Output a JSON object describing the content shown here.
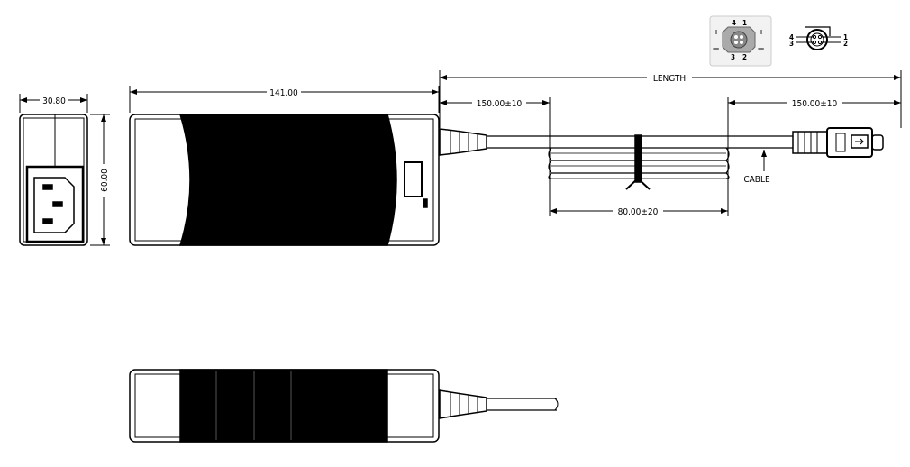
{
  "dimensions": {
    "front_width": "30.80",
    "front_height": "60.00",
    "body_length": "141.00",
    "cable_length": "LENGTH",
    "cable_end_left": "150.00±10",
    "cable_end_right": "150.00±10",
    "coil_length": "80.00±20"
  },
  "labels": {
    "cable": "CABLE"
  },
  "pinout": {
    "pins": [
      "1",
      "2",
      "3",
      "4"
    ],
    "plus": "+",
    "minus": "—"
  }
}
